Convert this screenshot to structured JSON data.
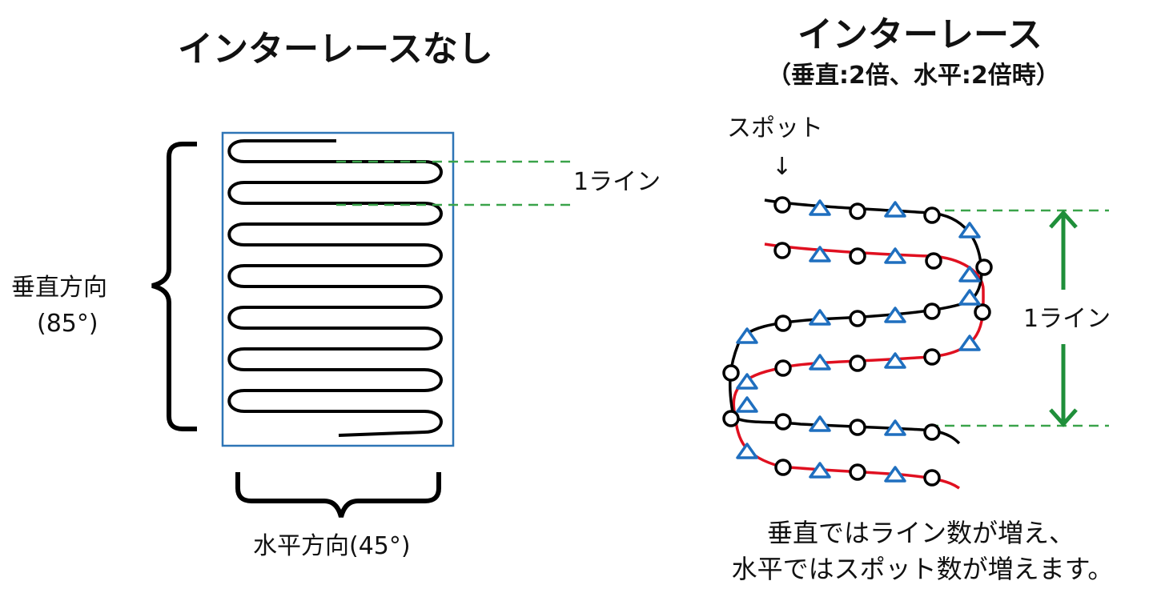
{
  "left": {
    "title": "インターレースなし",
    "line_label": "1ライン",
    "vertical_label_1": "垂直方向",
    "vertical_label_2": "(85°)",
    "horizontal_label": "水平方向(45°)"
  },
  "right": {
    "title": "インターレース",
    "subtitle": "（垂直:2倍、水平:2倍時）",
    "spot_label": "スポット",
    "spot_arrow": "↓",
    "line_label": "1ライン",
    "caption_line1": "垂直ではライン数が増え、",
    "caption_line2": "水平ではスポット数が増えます。"
  },
  "colors": {
    "frame": "#2e75b6",
    "dashed": "#3aa34a",
    "arrow": "#1f8f3a",
    "path_black": "#000000",
    "path_red": "#e01020",
    "triangle": "#1f6fbf"
  }
}
